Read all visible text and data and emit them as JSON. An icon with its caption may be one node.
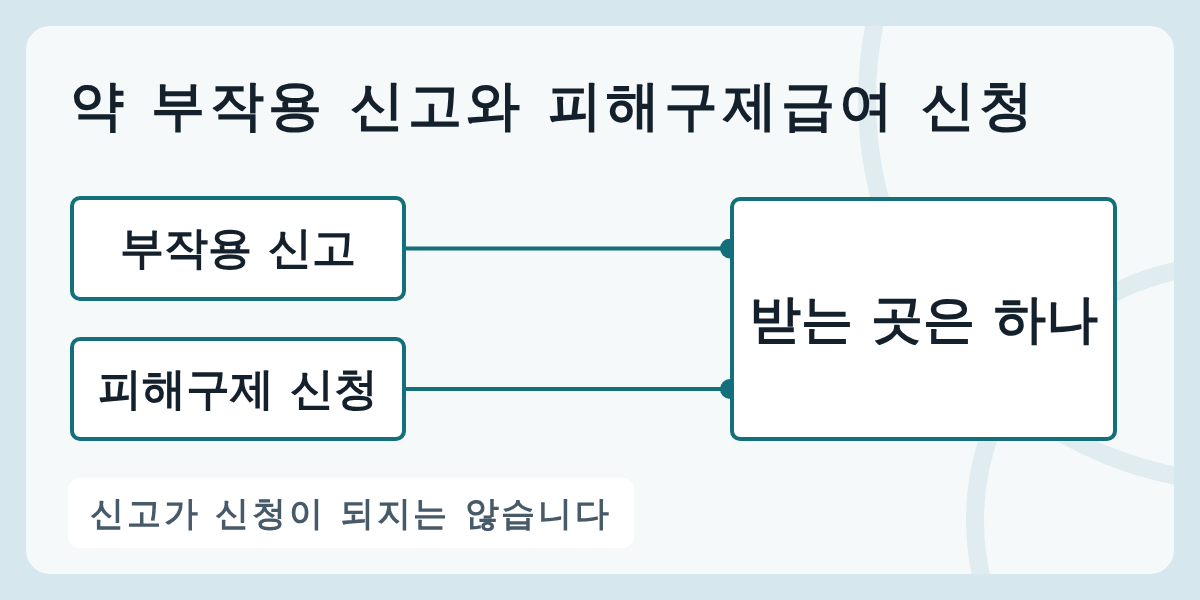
{
  "diagram": {
    "title": "약 부작용 신고와 피해구제급여 신청",
    "nodes": [
      {
        "text": [
          "부작용 신고"
        ]
      },
      {
        "text": [
          "피해구제 신청"
        ]
      },
      {
        "text": [
          "받는 곳은 하나"
        ]
      },
      {
        "text": [
          "신고가 신청이 되지는 않습니다"
        ]
      }
    ],
    "edges": [
      {
        "from": 0,
        "to": 2,
        "arrow": "other"
      },
      {
        "from": 1,
        "to": 2,
        "arrow": "other"
      }
    ]
  }
}
